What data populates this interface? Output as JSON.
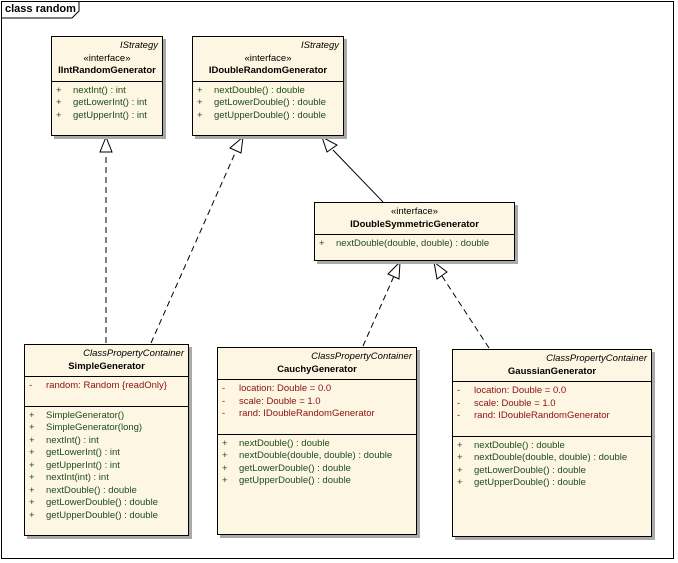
{
  "frame_label": "class random",
  "classes": [
    {
      "id": "IIntRandomGenerator",
      "top_tag": "IStrategy",
      "stereotype": "«interface»",
      "name": "IIntRandomGenerator",
      "attributes": [],
      "operations": [
        {
          "vis": "+",
          "text": "nextInt() : int"
        },
        {
          "vis": "+",
          "text": "getLowerInt() : int"
        },
        {
          "vis": "+",
          "text": "getUpperInt() : int"
        }
      ]
    },
    {
      "id": "IDoubleRandomGenerator",
      "top_tag": "IStrategy",
      "stereotype": "«interface»",
      "name": "IDoubleRandomGenerator",
      "attributes": [],
      "operations": [
        {
          "vis": "+",
          "text": "nextDouble() : double"
        },
        {
          "vis": "+",
          "text": "getLowerDouble() : double"
        },
        {
          "vis": "+",
          "text": "getUpperDouble() : double"
        }
      ]
    },
    {
      "id": "IDoubleSymmetricGenerator",
      "top_tag": "",
      "stereotype": "«interface»",
      "name": "IDoubleSymmetricGenerator",
      "attributes": [],
      "operations": [
        {
          "vis": "+",
          "text": "nextDouble(double, double) : double"
        }
      ]
    },
    {
      "id": "SimpleGenerator",
      "top_tag": "ClassPropertyContainer",
      "stereotype": "",
      "name": "SimpleGenerator",
      "attributes": [
        {
          "vis": "-",
          "text": "random:  Random {readOnly}"
        }
      ],
      "operations": [
        {
          "vis": "+",
          "text": "SimpleGenerator()"
        },
        {
          "vis": "+",
          "text": "SimpleGenerator(long)"
        },
        {
          "vis": "+",
          "text": "nextInt() : int"
        },
        {
          "vis": "+",
          "text": "getLowerInt() : int"
        },
        {
          "vis": "+",
          "text": "getUpperInt() : int"
        },
        {
          "vis": "+",
          "text": "nextInt(int) : int"
        },
        {
          "vis": "+",
          "text": "nextDouble() : double"
        },
        {
          "vis": "+",
          "text": "getLowerDouble() : double"
        },
        {
          "vis": "+",
          "text": "getUpperDouble() : double"
        }
      ]
    },
    {
      "id": "CauchyGenerator",
      "top_tag": "ClassPropertyContainer",
      "stereotype": "",
      "name": "CauchyGenerator",
      "attributes": [
        {
          "vis": "-",
          "text": "location:  Double = 0.0"
        },
        {
          "vis": "-",
          "text": "scale:  Double = 1.0"
        },
        {
          "vis": "-",
          "text": "rand:  IDoubleRandomGenerator"
        }
      ],
      "operations": [
        {
          "vis": "+",
          "text": "nextDouble() : double"
        },
        {
          "vis": "+",
          "text": "nextDouble(double, double) : double"
        },
        {
          "vis": "+",
          "text": "getLowerDouble() : double"
        },
        {
          "vis": "+",
          "text": "getUpperDouble() : double"
        }
      ]
    },
    {
      "id": "GaussianGenerator",
      "top_tag": "ClassPropertyContainer",
      "stereotype": "",
      "name": "GaussianGenerator",
      "attributes": [
        {
          "vis": "-",
          "text": "location:  Double = 0.0"
        },
        {
          "vis": "-",
          "text": "scale:  Double = 1.0"
        },
        {
          "vis": "-",
          "text": "rand:  IDoubleRandomGenerator"
        }
      ],
      "operations": [
        {
          "vis": "+",
          "text": "nextDouble() : double"
        },
        {
          "vis": "+",
          "text": "nextDouble(double, double) : double"
        },
        {
          "vis": "+",
          "text": "getLowerDouble() : double"
        },
        {
          "vis": "+",
          "text": "getUpperDouble() : double"
        }
      ]
    }
  ]
}
